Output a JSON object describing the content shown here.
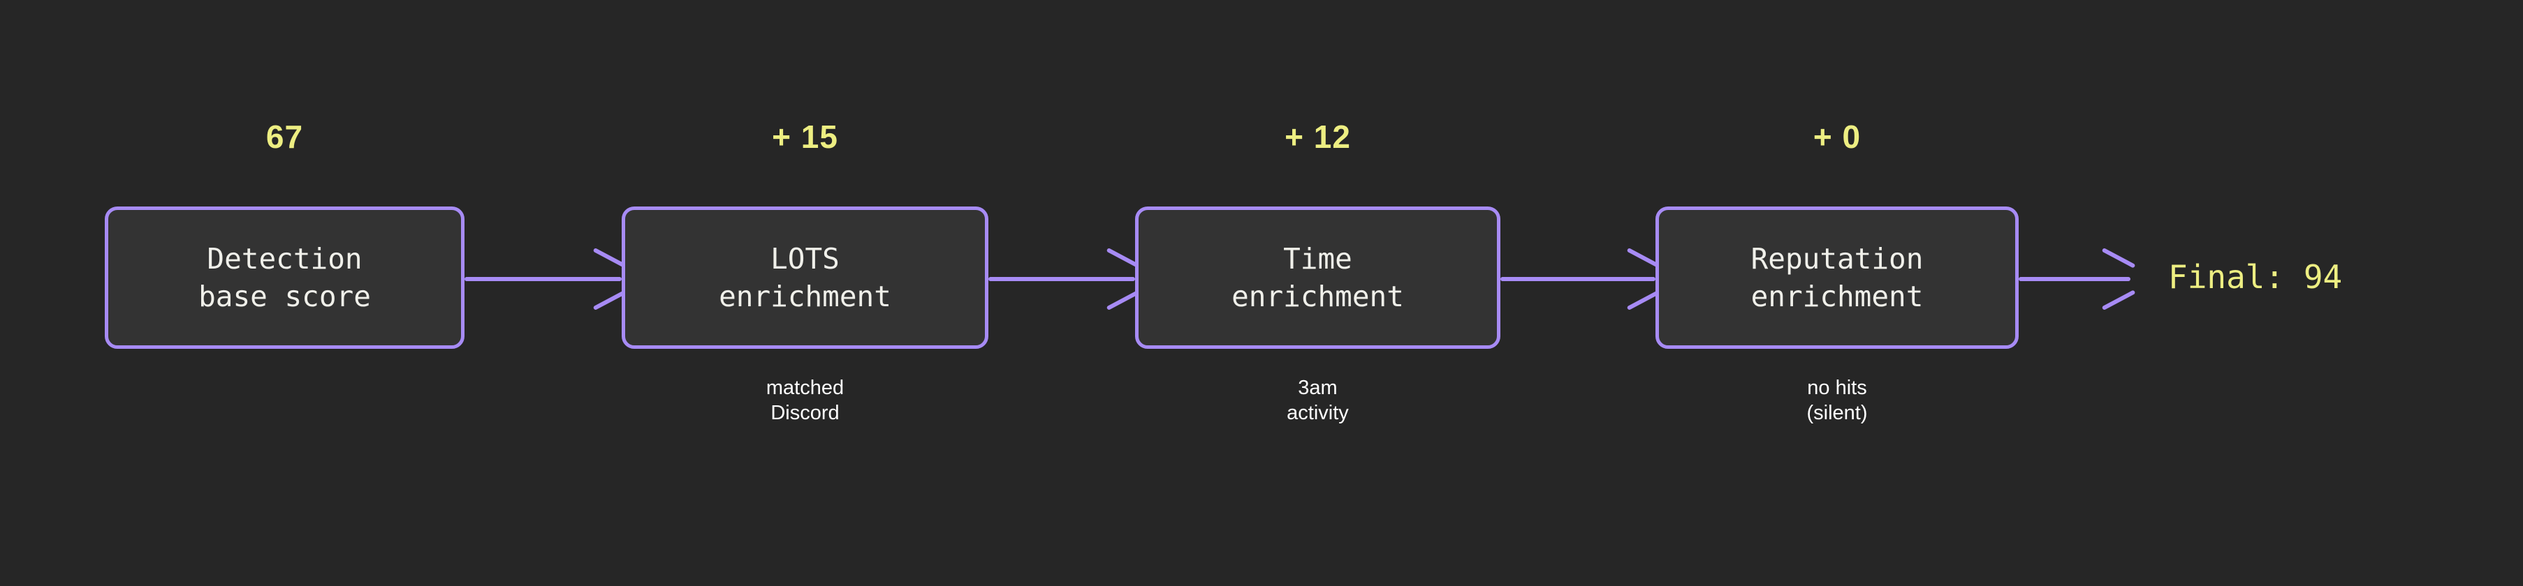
{
  "theme": {
    "background": "#262626",
    "node_fill": "#333333",
    "node_border": "#a78bf5",
    "accent_yellow": "#edee82",
    "node_text": "#f0f0ea",
    "subtitle_text": "#ffffff",
    "arrow_color": "#a78bf5"
  },
  "pipeline": {
    "stages": [
      {
        "delta": "67",
        "title_line1": "Detection",
        "title_line2": "base score",
        "sub_line1": "",
        "sub_line2": ""
      },
      {
        "delta": "+ 15",
        "title_line1": "LOTS",
        "title_line2": "enrichment",
        "sub_line1": "matched",
        "sub_line2": "Discord"
      },
      {
        "delta": "+ 12",
        "title_line1": "Time",
        "title_line2": "enrichment",
        "sub_line1": "3am",
        "sub_line2": "activity"
      },
      {
        "delta": "+ 0",
        "title_line1": "Reputation",
        "title_line2": "enrichment",
        "sub_line1": "no hits",
        "sub_line2": "(silent)"
      }
    ],
    "final_label": "Final: 94"
  }
}
